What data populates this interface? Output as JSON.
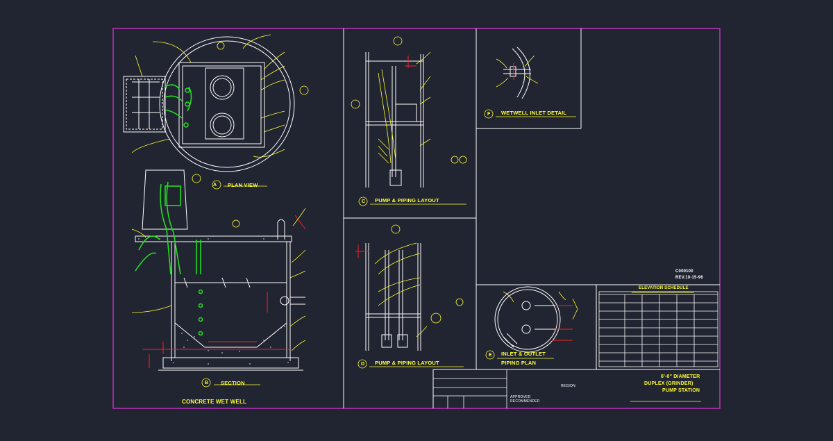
{
  "sheet": {
    "main_title": "CONCRETE WET WELL",
    "views": {
      "plan": {
        "letter": "A",
        "title": "PLAN VIEW"
      },
      "section": {
        "letter": "B",
        "title": "SECTION"
      },
      "pump_c": {
        "letter": "C",
        "title": "PUMP & PIPING LAYOUT"
      },
      "pump_d": {
        "letter": "D",
        "title": "PUMP & PIPING LAYOUT"
      },
      "inlet_detail": {
        "letter": "F",
        "title": "WETWELL INLET DETAIL"
      },
      "inlet_outlet": {
        "letter": "E",
        "title_line1": "INLET & OUTLET",
        "title_line2": "PIPING PLAN"
      }
    },
    "schedule_title": "ELEVATION SCHEDULE",
    "drawing_number": "C000100",
    "revision": "REV.10-15-96",
    "station_title": {
      "line1": "6'-0\" DIAMETER",
      "line2": "DUPLEX (GRINDER)",
      "line3": "PUMP STATION"
    },
    "title_block": {
      "approved": "APPROVED",
      "recommended": "RECOMMENDED",
      "region": "REGION"
    },
    "colors": {
      "background": "#212431",
      "border": "#c030c0",
      "linework": "#ffffff",
      "annotation": "#ffff33",
      "equipment": "#22dd22",
      "dimension": "#ff2020"
    }
  }
}
